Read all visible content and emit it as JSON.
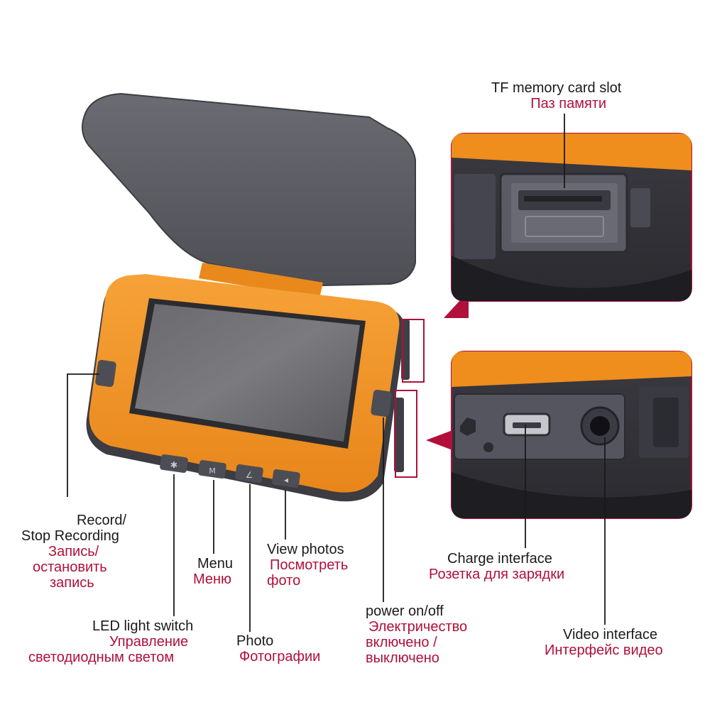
{
  "labels": {
    "tf_slot": {
      "en": "TF memory card slot",
      "ru": "Паз памяти"
    },
    "record": {
      "en1": "Record/",
      "en2": "Stop Recording",
      "ru1": "Запись/",
      "ru2": "остановить",
      "ru3": "запись"
    },
    "menu": {
      "en": "Menu",
      "ru": "Меню"
    },
    "view_photos": {
      "en": "View photos",
      "ru1": "Посмотреть",
      "ru2": "фото"
    },
    "charge": {
      "en": "Charge interface",
      "ru": "Розетка для зарядки"
    },
    "power": {
      "en": "power on/off",
      "ru1": "Электричество",
      "ru2": "включено /",
      "ru3": "выключено"
    },
    "led": {
      "en": "LED light switch",
      "ru1": "Управление",
      "ru2": "светодиодным  светом"
    },
    "photo": {
      "en": "Photo",
      "ru": "Фотографии"
    },
    "video": {
      "en": "Video interface",
      "ru": "Интерфейс видео"
    }
  },
  "colors": {
    "device_orange": "#f0901e",
    "lid_gray": "#5f5f66",
    "highlight_red": "#b0103a"
  },
  "icons": [
    "led-icon",
    "menu-icon",
    "photo-icon",
    "view-icon",
    "record-icon",
    "power-icon"
  ]
}
